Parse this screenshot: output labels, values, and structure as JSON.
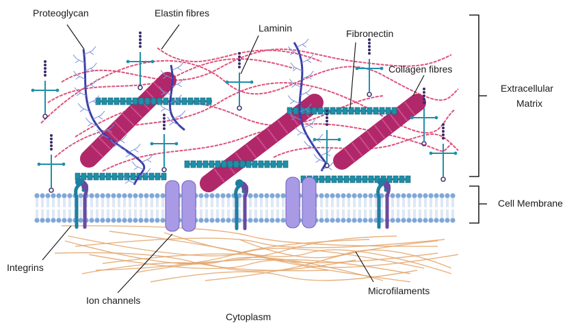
{
  "labels": {
    "proteoglycan": "Proteoglycan",
    "elastin": "Elastin fibres",
    "laminin": "Laminin",
    "fibronectin": "Fibronectin",
    "collagen": "Collagen fibres",
    "ecm_line1": "Extracellular",
    "ecm_line2": "Matrix",
    "cell_membrane": "Cell Membrane",
    "integrins": "Integrins",
    "ion_channels": "Ion channels",
    "microfilaments": "Microfilaments",
    "cytoplasm": "Cytoplasm"
  },
  "colors": {
    "elastin": "#e0507a",
    "collagen": "#b0286a",
    "collagen_band": "#d14a8a",
    "fibronectin": "#1f8fa8",
    "proteoglycan_core": "#3a3fa8",
    "proteoglycan_branch": "#7a8fd6",
    "laminin": "#1f8fa8",
    "laminin_bead": "#3a2a6a",
    "membrane_head": "#7fa7d8",
    "ion_channel": "#a99ae6",
    "integrin_a": "#1f7fa0",
    "integrin_b": "#6a4aa0",
    "microfilament": "#e3a56a"
  }
}
